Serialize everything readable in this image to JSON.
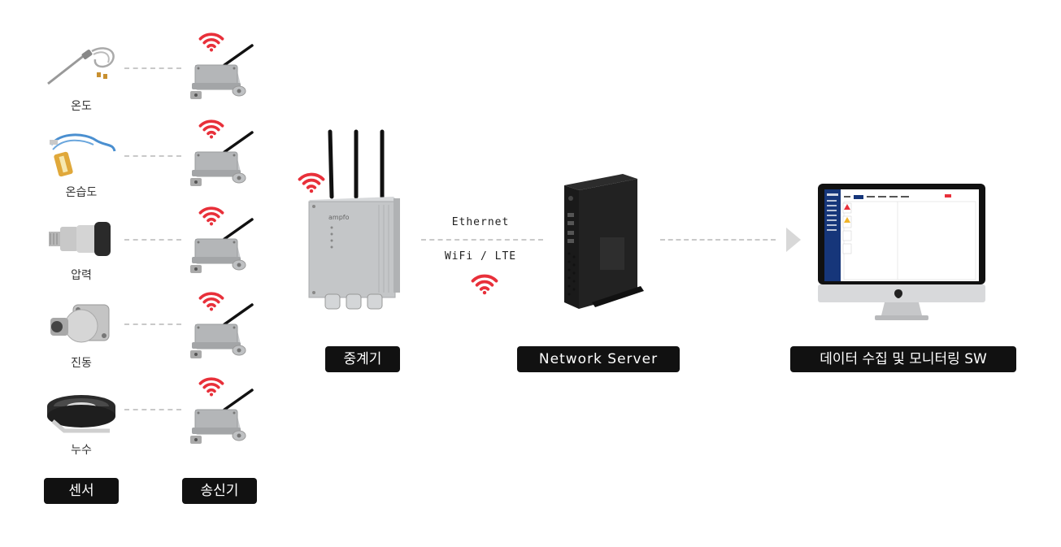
{
  "sensors": [
    {
      "label": "온도",
      "icon": "thermocouple-sensor-icon"
    },
    {
      "label": "온습도",
      "icon": "humidity-sensor-icon"
    },
    {
      "label": "압력",
      "icon": "pressure-sensor-icon"
    },
    {
      "label": "진동",
      "icon": "vibration-sensor-icon"
    },
    {
      "label": "누수",
      "icon": "leak-sensor-tape-icon"
    }
  ],
  "groups": {
    "sensors_label": "센서",
    "transmitters_label": "송신기",
    "gateway_label": "중계기",
    "server_label": "Network Server",
    "software_label": "데이터 수집 및 모니터링 SW"
  },
  "connection": {
    "ethernet_label": "Ethernet",
    "wireless_label": "WiFi / LTE"
  },
  "colors": {
    "wifi": "#e8303a",
    "pill_bg": "#111111",
    "dash": "#c9c9c9",
    "arrow": "#d8d8d8"
  }
}
